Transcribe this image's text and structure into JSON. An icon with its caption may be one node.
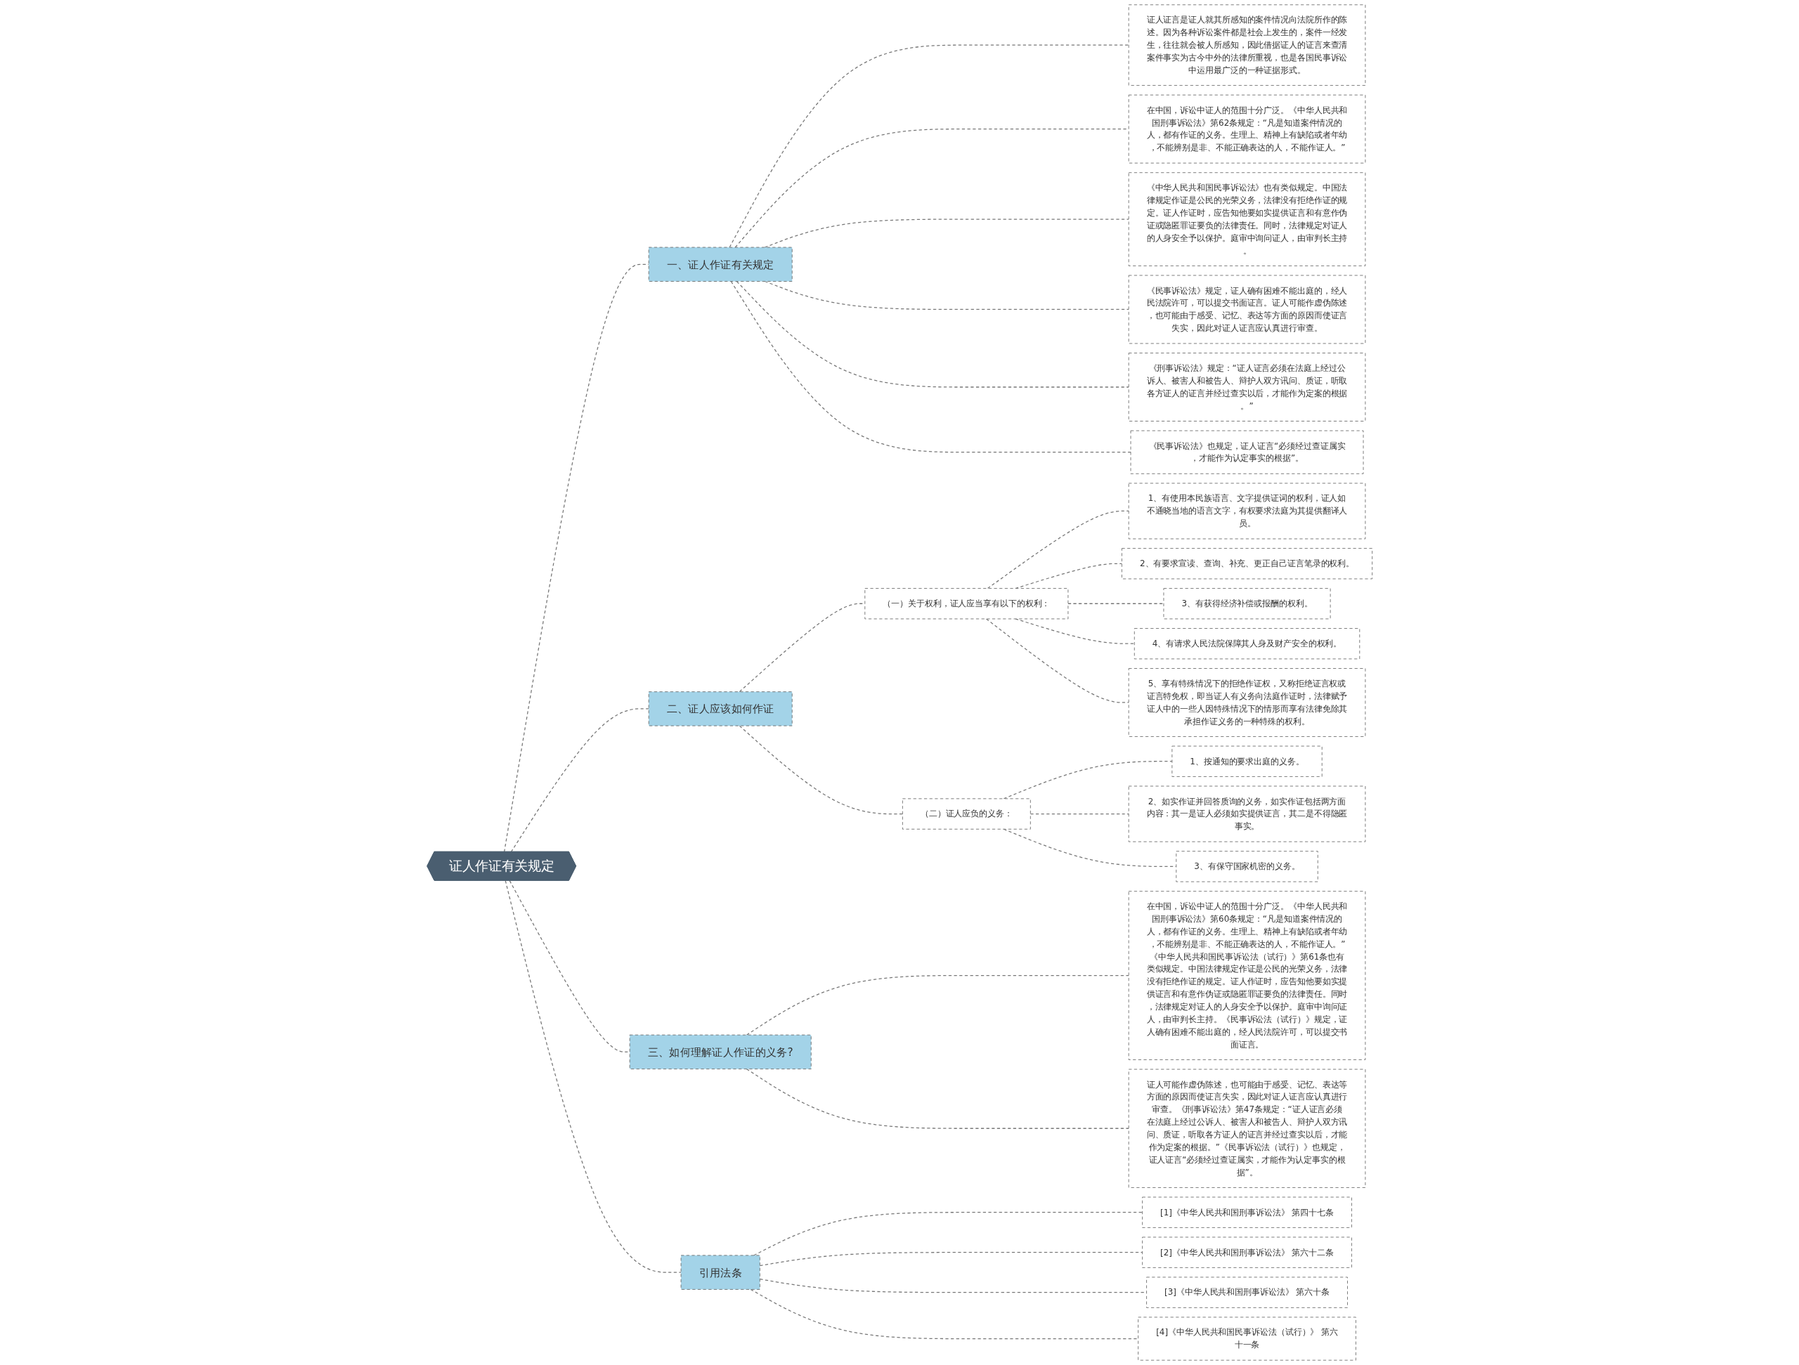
{
  "diagram": {
    "nodes": [
      {
        "text": [
          "证人作证有关规定"
        ]
      },
      {
        "text": [
          "一、证人作证有关规定"
        ]
      },
      {
        "text": [
          "证人证言是证人就其所感知的案件情况向法院所作的陈述。因为各种诉讼案件都是社会上发生的，案件一经发生，往往就会被人所感知，因此借据证人的证言来查清案件事实为古今中外的法律所重视，也是各国民事诉讼中运用最广泛的一种证据形式。"
        ]
      },
      {
        "text": [
          "在中国，诉讼中证人的范围十分广泛。《中华人民共和国刑事诉讼法》第62条规定：“凡是知道案件情况的人，都有作证的义务。生理上、精神上有缺陷或者年幼，不能辨别是非、不能正确表达的人，不能作证人。”"
        ]
      },
      {
        "text": [
          "《中华人民共和国民事诉讼法》也有类似规定。中国法律规定作证是公民的光荣义务，法律没有拒绝作证的规定。证人作证时，应告知他要如实提供证言和有意作伪证或隐匿罪证要负的法律责任。同时，法律规定对证人的人身安全予以保护。庭审中询问证人，由审判长主持。"
        ]
      },
      {
        "text": [
          "《民事诉讼法》规定，证人确有困难不能出庭的，经人民法院许可，可以提交书面证言。证人可能作虚伪陈述，也可能由于感受、记忆、表达等方面的原因而使证言失实，因此对证人证言应认真进行审查。"
        ]
      },
      {
        "text": [
          "《刑事诉讼法》规定：“证人证言必须在法庭上经过公诉人、被害人和被告人、辩护人双方讯问、质证，听取各方证人的证言并经过查实以后，才能作为定案的根据。”"
        ]
      },
      {
        "text": [
          "《民事诉讼法》也规定，证人证言“必须经过查证属实，才能作为认定事实的根据”。"
        ]
      },
      {
        "text": [
          "二、证人应该如何作证"
        ]
      },
      {
        "text": [
          "（一）关于权利，证人应当享有以下的权利："
        ]
      },
      {
        "text": [
          "1、有使用本民族语言、文字提供证词的权利，证人如不通晓当地的语言文字，有权要求法庭为其提供翻译人员。"
        ]
      },
      {
        "text": [
          "2、有要求宣读、查询、补充、更正自己证言笔录的权利。"
        ]
      },
      {
        "text": [
          "3、有获得经济补偿或报酬的权利。"
        ]
      },
      {
        "text": [
          "4、有请求人民法院保障其人身及财产安全的权利。"
        ]
      },
      {
        "text": [
          "5、享有特殊情况下的拒绝作证权，又称拒绝证言权或证言特免权，即当证人有义务向法庭作证时，法律赋予证人中的一些人因特殊情况下的情形而享有法律免除其承担作证义务的一种特殊的权利。"
        ]
      },
      {
        "text": [
          "（二）证人应负的义务："
        ]
      },
      {
        "text": [
          "1、按通知的要求出庭的义务。"
        ]
      },
      {
        "text": [
          "2、如实作证并回答质询的义务，如实作证包括两方面内容：其一是证人必须如实提供证言，其二是不得隐匿事实。"
        ]
      },
      {
        "text": [
          "3、有保守国家机密的义务。"
        ]
      },
      {
        "text": [
          "三、如何理解证人作证的义务?"
        ]
      },
      {
        "text": [
          "在中国，诉讼中证人的范围十分广泛。《中华人民共和国刑事诉讼法》第60条规定：“凡是知道案件情况的人，都有作证的义务。生理上、精神上有缺陷或者年幼，不能辨别是非、不能正确表达的人，不能作证人。”《中华人民共和国民事诉讼法（试行）》第61条也有类似规定。中国法律规定作证是公民的光荣义务，法律没有拒绝作证的规定。证人作证时，应告知他要如实提供证言和有意作伪证或隐匿罪证要负的法律责任。同时，法律规定对证人的人身安全予以保护。庭审中询问证人，由审判长主持。《民事诉讼法（试行）》规定，证人确有困难不能出庭的，经人民法院许可，可以提交书面证言。"
        ]
      },
      {
        "text": [
          "证人可能作虚伪陈述，也可能由于感受、记忆、表达等方面的原因而使证言失实，因此对证人证言应认真进行审查。《刑事诉讼法》第47条规定：“证人证言必须在法庭上经过公诉人、被害人和被告人、辩护人双方讯问、质证，听取各方证人的证言并经过查实以后，才能作为定案的根据。”《民事诉讼法（试行）》也规定，证人证言“必须经过查证属实，才能作为认定事实的根据”。"
        ]
      },
      {
        "text": [
          "引用法条"
        ]
      },
      {
        "text": [
          "[1]《中华人民共和国刑事诉讼法》 第四十七条"
        ]
      },
      {
        "text": [
          "[2]《中华人民共和国刑事诉讼法》 第六十二条"
        ]
      },
      {
        "text": [
          "[3]《中华人民共和国刑事诉讼法》 第六十条"
        ]
      },
      {
        "text": [
          "[4]《中华人民共和国民事诉讼法（试行）》 第六十一条"
        ]
      }
    ],
    "edges": [
      {
        "from": 0,
        "to": 1,
        "arrow": "none",
        "style": "dashed"
      },
      {
        "from": 1,
        "to": 2,
        "arrow": "none",
        "style": "dashed"
      },
      {
        "from": 1,
        "to": 3,
        "arrow": "none",
        "style": "dashed"
      },
      {
        "from": 1,
        "to": 4,
        "arrow": "none",
        "style": "dashed"
      },
      {
        "from": 1,
        "to": 5,
        "arrow": "none",
        "style": "dashed"
      },
      {
        "from": 1,
        "to": 6,
        "arrow": "none",
        "style": "dashed"
      },
      {
        "from": 1,
        "to": 7,
        "arrow": "none",
        "style": "dashed"
      },
      {
        "from": 0,
        "to": 8,
        "arrow": "none",
        "style": "dashed"
      },
      {
        "from": 8,
        "to": 9,
        "arrow": "none",
        "style": "dashed"
      },
      {
        "from": 9,
        "to": 10,
        "arrow": "none",
        "style": "dashed"
      },
      {
        "from": 9,
        "to": 11,
        "arrow": "none",
        "style": "dashed"
      },
      {
        "from": 9,
        "to": 12,
        "arrow": "none",
        "style": "dashed"
      },
      {
        "from": 9,
        "to": 13,
        "arrow": "none",
        "style": "dashed"
      },
      {
        "from": 9,
        "to": 14,
        "arrow": "none",
        "style": "dashed"
      },
      {
        "from": 8,
        "to": 15,
        "arrow": "none",
        "style": "dashed"
      },
      {
        "from": 15,
        "to": 16,
        "arrow": "none",
        "style": "dashed"
      },
      {
        "from": 15,
        "to": 17,
        "arrow": "none",
        "style": "dashed"
      },
      {
        "from": 15,
        "to": 18,
        "arrow": "none",
        "style": "dashed"
      },
      {
        "from": 0,
        "to": 19,
        "arrow": "none",
        "style": "dashed"
      },
      {
        "from": 19,
        "to": 20,
        "arrow": "none",
        "style": "dashed"
      },
      {
        "from": 19,
        "to": 21,
        "arrow": "none",
        "style": "dashed"
      },
      {
        "from": 0,
        "to": 22,
        "arrow": "none",
        "style": "dashed"
      },
      {
        "from": 22,
        "to": 23,
        "arrow": "none",
        "style": "dashed"
      },
      {
        "from": 22,
        "to": 24,
        "arrow": "none",
        "style": "dashed"
      },
      {
        "from": 22,
        "to": 25,
        "arrow": "none",
        "style": "dashed"
      },
      {
        "from": 22,
        "to": 26,
        "arrow": "none",
        "style": "dashed"
      }
    ]
  }
}
